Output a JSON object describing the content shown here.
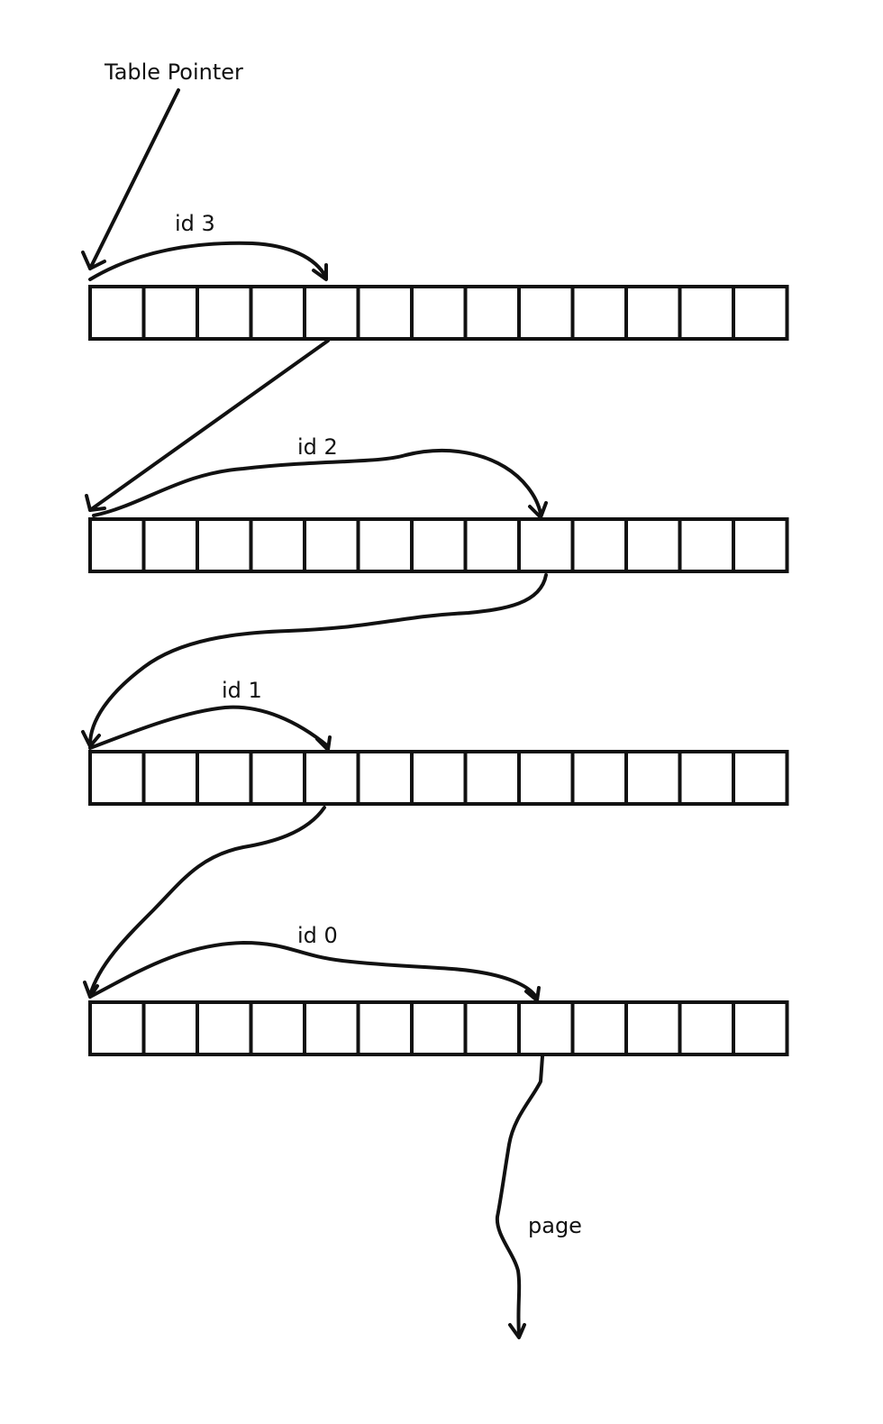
{
  "diagram": {
    "table_pointer_label": "Table Pointer",
    "levels": [
      {
        "label": "id 3",
        "cells": 13,
        "selected_cell": 5
      },
      {
        "label": "id 2",
        "cells": 13,
        "selected_cell": 9
      },
      {
        "label": "id 1",
        "cells": 13,
        "selected_cell": 5
      },
      {
        "label": "id 0",
        "cells": 13,
        "selected_cell": 9
      }
    ],
    "page_label": "page"
  }
}
